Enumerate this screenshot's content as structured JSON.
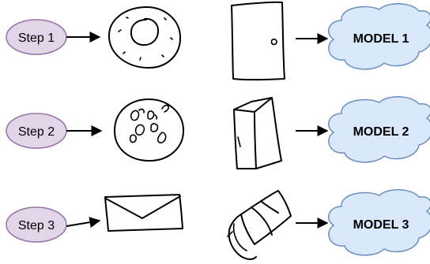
{
  "colors": {
    "step_fill": "#e1d5e7",
    "step_stroke": "#9673a6",
    "model_fill": "#dae8fc",
    "model_stroke": "#6c8ebf",
    "ink": "#000000"
  },
  "rows": [
    {
      "step_label": "Step 1",
      "input_icon": "donut-sketch-icon",
      "object_icon": "door-sketch-icon",
      "model_label": "MODEL 1"
    },
    {
      "step_label": "Step 2",
      "input_icon": "cookie-sketch-icon",
      "object_icon": "box-sketch-icon",
      "model_label": "MODEL 2"
    },
    {
      "step_label": "Step 3",
      "input_icon": "envelope-sketch-icon",
      "object_icon": "eraser-sketch-icon",
      "model_label": "MODEL 3"
    }
  ]
}
